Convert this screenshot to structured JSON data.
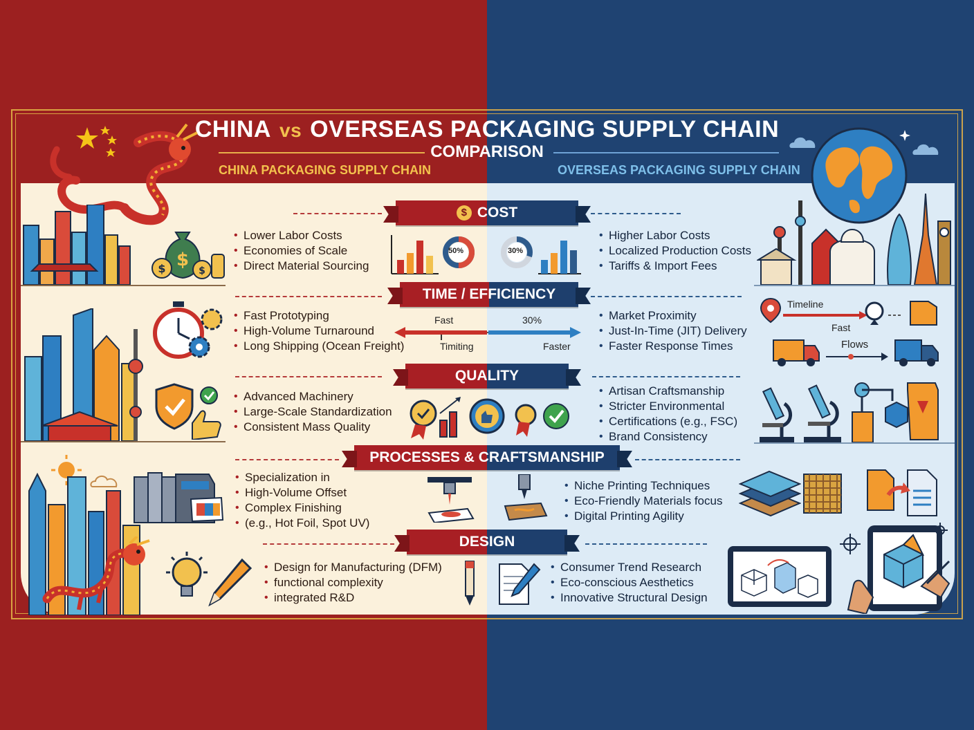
{
  "header": {
    "title_china": "CHINA",
    "title_vs": "vs",
    "title_rest": "OVERSEAS PACKAGING SUPPLY CHAIN",
    "subtitle": "COMPARISON",
    "left_heading": "CHINA PACKAGING SUPPLY CHAIN",
    "right_heading": "OVERSEAS PACKAGING SUPPLY CHAIN"
  },
  "sections": {
    "cost": {
      "label": "COST",
      "china": [
        "Lower Labor Costs",
        "Economies of Scale",
        "Direct Material Sourcing"
      ],
      "overseas": [
        "Higher Labor Costs",
        "Localized Production Costs",
        "Tariffs & Import Fees"
      ],
      "china_donut": "50%",
      "overseas_donut": "30%"
    },
    "time": {
      "label": "TIME / EFFICIENCY",
      "china": [
        "Fast Prototyping",
        "High-Volume Turnaround",
        "Long Shipping (Ocean Freight)"
      ],
      "overseas": [
        "Market Proximity",
        "Just-In-Time (JIT) Delivery",
        "Faster Response Times"
      ],
      "arrow_fast": "Fast",
      "arrow_pct": "30%",
      "arrow_timing": "Timiting",
      "arrow_faster": "Faster",
      "timeline_label": "Timeline",
      "timeline_fast": "Fast",
      "flows_label": "Flows"
    },
    "quality": {
      "label": "QUALITY",
      "china": [
        "Advanced Machinery",
        "Large-Scale Standardization",
        "Consistent Mass Quality"
      ],
      "overseas": [
        "Artisan Craftsmanship",
        "Stricter Environmental",
        "Certifications (e.g., FSC)",
        "Brand Consistency"
      ]
    },
    "processes": {
      "label": "PROCESSES & CRAFTSMANSHIP",
      "china": [
        "Specialization in",
        "High-Volume Offset",
        "Complex Finishing",
        "(e.g., Hot Foil, Spot UV)"
      ],
      "overseas": [
        "Niche Printing Techniques",
        "Eco-Friendly Materials focus",
        "Digital Printing Agility"
      ]
    },
    "design": {
      "label": "DESIGN",
      "china": [
        "Design for Manufacturing (DFM)",
        "functional complexity",
        "integrated R&D"
      ],
      "overseas": [
        "Consumer Trend Research",
        "Eco-conscious Aesthetics",
        "Innovative Structural Design"
      ]
    }
  }
}
